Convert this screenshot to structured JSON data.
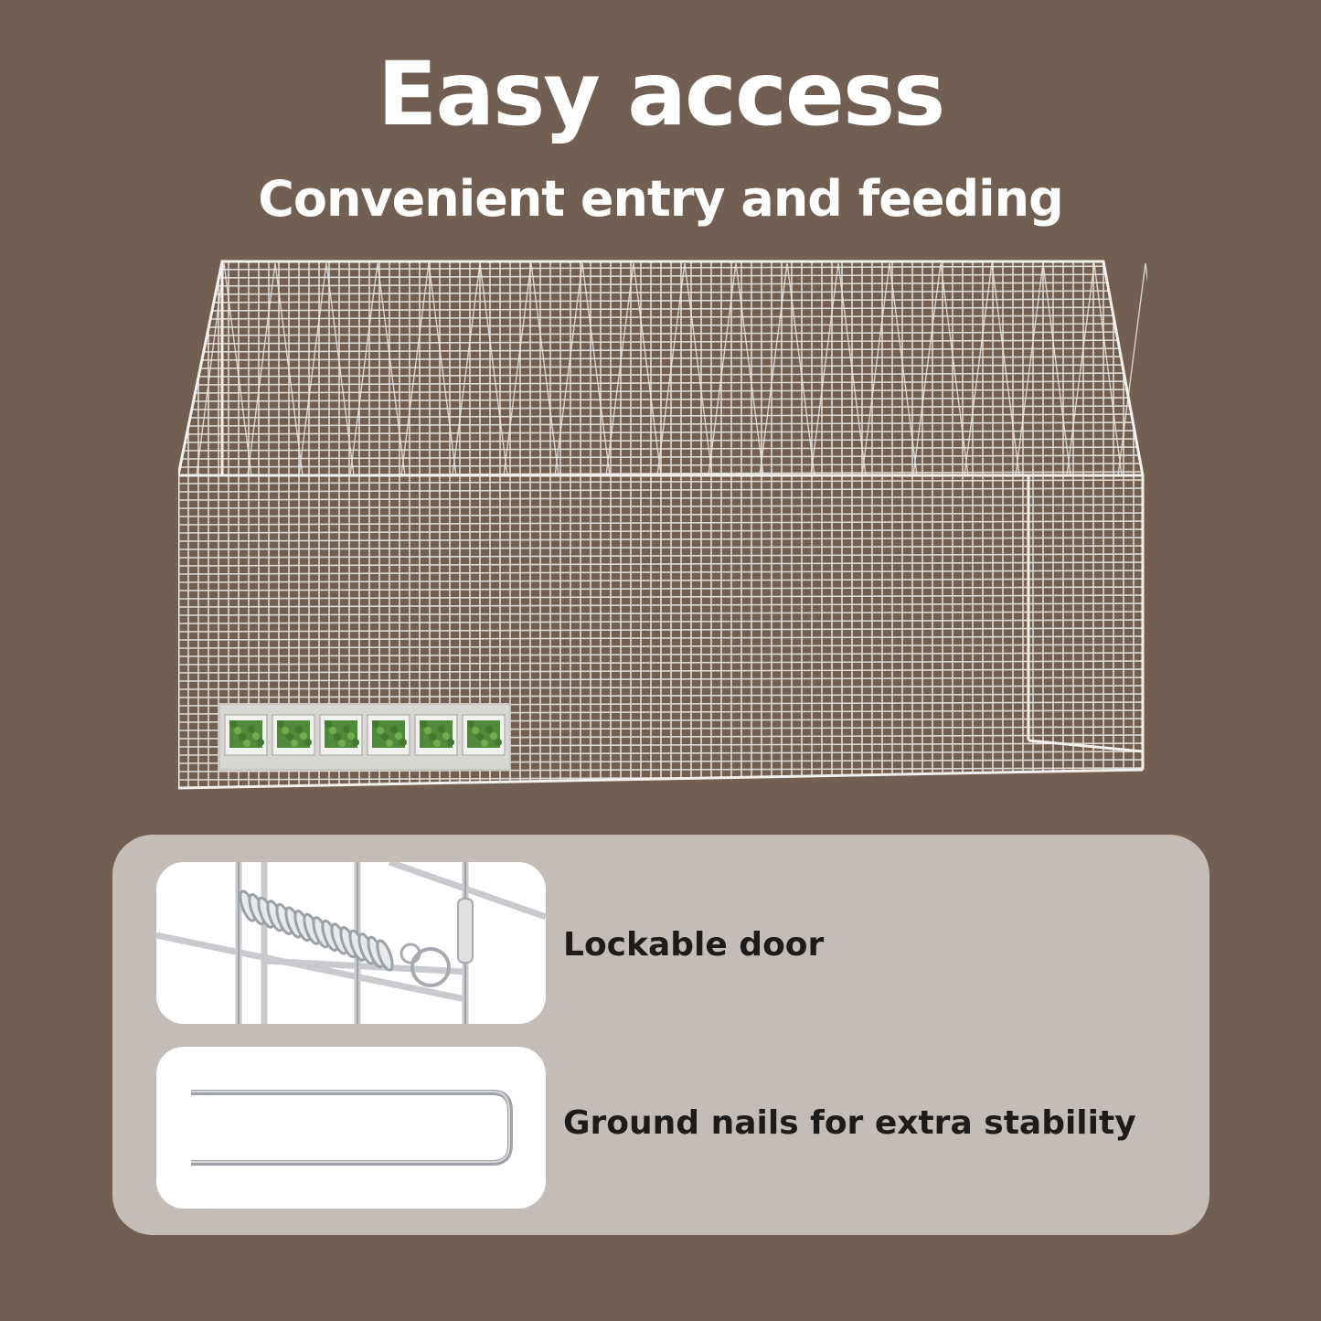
{
  "header": {
    "title": "Easy access",
    "subtitle": "Convenient entry and feeding"
  },
  "features": [
    {
      "icon": "door-latch-icon",
      "label": "Lockable door"
    },
    {
      "icon": "ground-nail-icon",
      "label": "Ground nails for extra stability"
    }
  ],
  "colors": {
    "background": "#735f51",
    "panel": "#c4bcb7",
    "thumb_background": "#ffffff",
    "wire": "#e9e7e4",
    "feature_text": "#1e1c1b"
  }
}
